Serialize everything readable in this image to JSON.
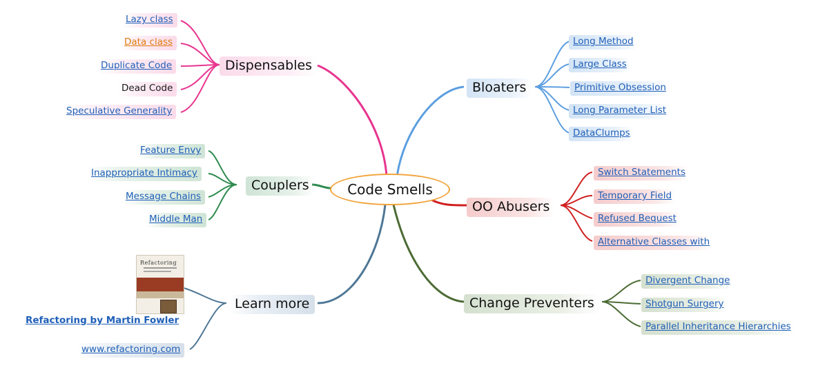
{
  "center": {
    "label": "Code Smells"
  },
  "branches": {
    "dispensables": {
      "label": "Dispensables",
      "items": [
        "Lazy class",
        "Data class",
        "Duplicate Code",
        "Dead Code",
        "Speculative Generality"
      ]
    },
    "couplers": {
      "label": "Couplers",
      "items": [
        "Feature Envy",
        "Inappropriate Intimacy",
        "Message Chains",
        "Middle Man"
      ]
    },
    "learn_more": {
      "label": "Learn more",
      "book_title": "Refactoring",
      "book_caption": "Refactoring by Martin Fowler",
      "website": "www.refactoring.com"
    },
    "bloaters": {
      "label": "Bloaters",
      "items": [
        "Long Method",
        "Large Class",
        "Primitive Obsession",
        "Long Parameter List",
        "DataClumps"
      ]
    },
    "oo_abusers": {
      "label": "OO Abusers",
      "items": [
        "Switch Statements",
        "Temporary Field",
        "Refused Bequest",
        "Alternative Classes with"
      ]
    },
    "change_preventers": {
      "label": "Change Preventers",
      "items": [
        "Divergent Change",
        "Shotgun Surgery",
        "Parallel Inheritance Hierarchies"
      ]
    }
  },
  "colors": {
    "dispensables": "#e8348f",
    "bloaters": "#5b9ee0",
    "couplers": "#2e8a4e",
    "oo_abusers": "#d02020",
    "learn_more": "#4e7796",
    "change_preventers": "#4c6b34",
    "center_border": "#f2a33a",
    "link": "#1f5fb8",
    "link_orange": "#e07b10"
  }
}
